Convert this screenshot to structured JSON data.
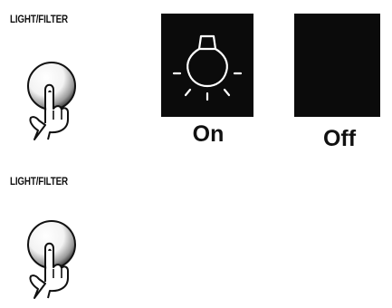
{
  "sections": [
    {
      "label": "LIGHT/FILTER"
    },
    {
      "label": "LIGHT/FILTER"
    }
  ],
  "states": {
    "on_label": "On",
    "off_label": "Off"
  },
  "colors": {
    "panel": "#0b0b0b",
    "bulb_stroke": "#ffffff",
    "line": "#111111"
  },
  "icons": {
    "button": "round-push-button-with-pressing-finger",
    "bulb": "light-bulb-on-icon"
  }
}
